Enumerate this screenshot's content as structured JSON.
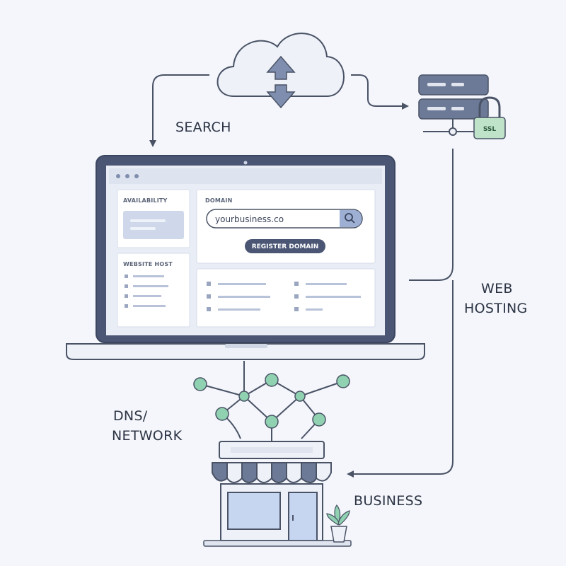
{
  "labels": {
    "search": "SEARCH",
    "web_hosting_line1": "WEB",
    "web_hosting_line2": "HOSTING",
    "dns_line1": "DNS/",
    "dns_line2": "NETWORK",
    "business": "BUSINESS"
  },
  "browser": {
    "left_panel_title": "AVAILABILITY",
    "left_panel_section": "WEBSITE HOST",
    "domain_label": "DOMAIN",
    "domain_input_value": "yourbusiness.co",
    "register_button": "REGISTER DOMAIN"
  },
  "server": {
    "lock_label": "SSL"
  },
  "colors": {
    "line": "#4a5366",
    "accent": "#4a5a7e",
    "node": "#8fd1b0",
    "ssl_green": "#bfe3c8"
  }
}
